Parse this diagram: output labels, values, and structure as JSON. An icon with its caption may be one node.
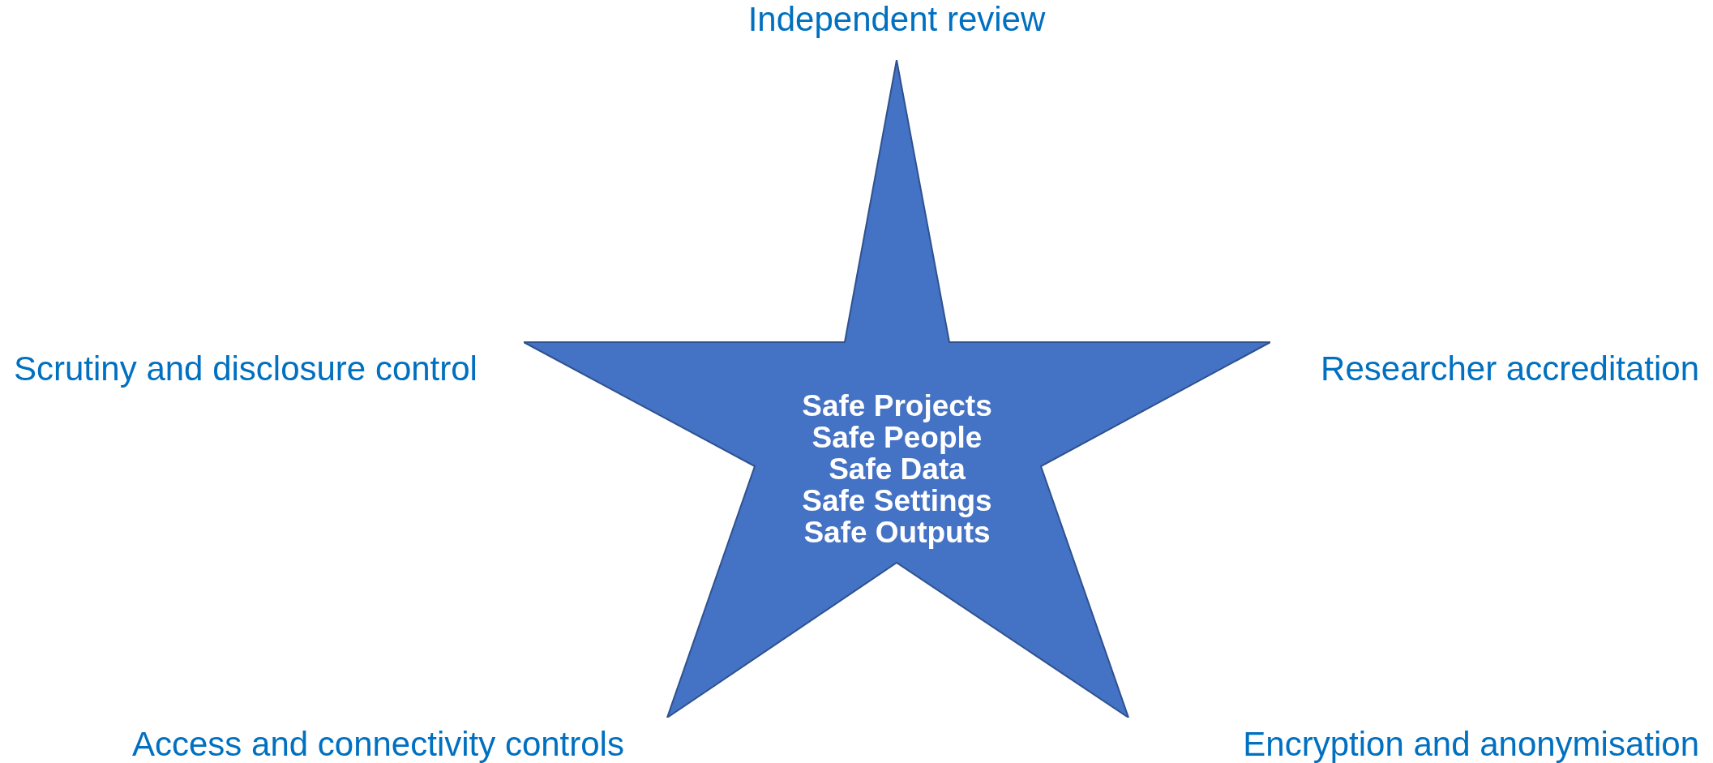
{
  "diagram": {
    "nodes": [
      {
        "text": [
          "Safe Projects",
          "Safe People",
          "Safe Data",
          "Safe Settings",
          "Safe Outputs"
        ]
      }
    ],
    "labels": [
      "Independent review",
      "Scrutiny and disclosure control",
      "Researcher accreditation",
      "Access and connectivity controls",
      "Encryption and anonymisation"
    ]
  }
}
